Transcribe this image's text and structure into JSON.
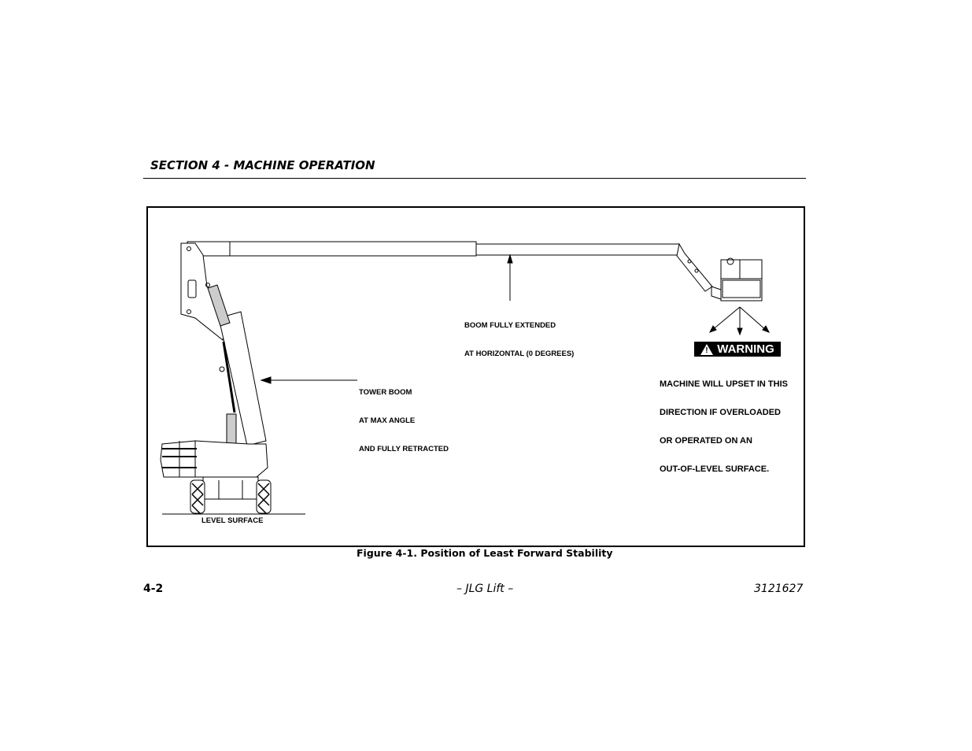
{
  "header": {
    "section_title": "SECTION 4 - MACHINE OPERATION"
  },
  "figure": {
    "label_boom": [
      "BOOM FULLY EXTENDED",
      "AT HORIZONTAL (0 DEGREES)"
    ],
    "label_tower": [
      "TOWER BOOM",
      "AT MAX ANGLE",
      "AND FULLY RETRACTED"
    ],
    "warning_badge": "WARNING",
    "warning_message": [
      "MACHINE WILL UPSET IN THIS",
      "DIRECTION IF OVERLOADED",
      "OR OPERATED ON AN",
      "OUT-OF-LEVEL SURFACE."
    ],
    "label_ground": "LEVEL SURFACE",
    "caption": "Figure 4-1. Position of Least Forward Stability"
  },
  "footer": {
    "page_number": "4-2",
    "center_text": "– JLG Lift –",
    "doc_number": "3121627"
  }
}
